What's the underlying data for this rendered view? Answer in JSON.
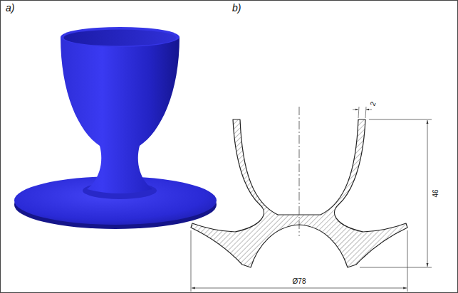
{
  "diagram": {
    "labels": [
      "a)",
      "b)",
      "2",
      "46",
      "Ø78"
    ]
  }
}
